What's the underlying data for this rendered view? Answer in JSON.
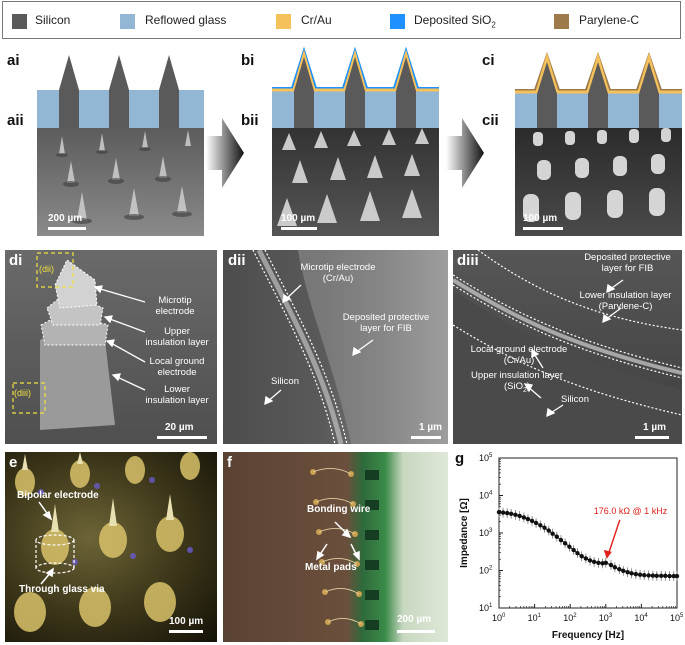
{
  "legend": {
    "items": [
      {
        "label": "Silicon",
        "color": "#5a5a5a"
      },
      {
        "label": "Reflowed glass",
        "color": "#92b6d4"
      },
      {
        "label": "Cr/Au",
        "color": "#f5c15a"
      },
      {
        "label": "Deposited SiO",
        "sub": "2",
        "color": "#1e90ff"
      },
      {
        "label": "Parylene-C",
        "color": "#9c7a4a"
      }
    ]
  },
  "panels": {
    "ai": "ai",
    "aii": "aii",
    "bi": "bi",
    "bii": "bii",
    "ci": "ci",
    "cii": "cii",
    "di": "di",
    "dii": "dii",
    "diii": "diii",
    "e": "e",
    "f": "f",
    "g": "g"
  },
  "scalebars": {
    "aii": "200 µm",
    "bii": "100 µm",
    "cii": "100 µm",
    "di": "20 µm",
    "dii": "1 µm",
    "diii": "1 µm",
    "e": "100 µm",
    "f": "200 µm"
  },
  "annotations": {
    "di": {
      "inset_dii": "(dii)",
      "inset_diii": "(diii)",
      "microtip": "Microtip\nelectrode",
      "upper": "Upper\ninsulation layer",
      "ground": "Local ground\nelectrode",
      "lower": "Lower\ninsulation layer"
    },
    "dii": {
      "microtip": "Microtip electrode\n(Cr/Au)",
      "protective": "Deposited protective\nlayer for FIB",
      "silicon": "Silicon"
    },
    "diii": {
      "protective": "Deposited protective\nlayer for FIB",
      "lower": "Lower insulation layer\n(Parylene-C)",
      "ground": "Local ground electrode\n(Cr/Au)",
      "upper": "Upper insulation layer\n(SiO",
      "upper_sub": "2",
      "upper_end": ")",
      "silicon": "Silicon"
    },
    "e": {
      "bipolar": "Bipolar electrode",
      "via": "Through glass via"
    },
    "f": {
      "bonding": "Bonding wire",
      "pads": "Metal pads"
    }
  },
  "chart_data": {
    "type": "line",
    "title": "",
    "xlabel": "Frequency [Hz]",
    "ylabel": "Impedance [Ω]",
    "xscale": "log",
    "yscale": "log",
    "xlim": [
      1,
      100000
    ],
    "ylim": [
      10,
      100000
    ],
    "x_ticks": [
      "10^0",
      "10^1",
      "10^2",
      "10^3",
      "10^4",
      "10^5"
    ],
    "y_ticks": [
      "10^1",
      "10^2",
      "10^3",
      "10^4",
      "10^5"
    ],
    "annotation": "176.0 kΩ @ 1 kHz",
    "annotation_color": "#e0201b",
    "series": [
      {
        "x": [
          1,
          1.3,
          1.7,
          2.2,
          2.9,
          3.8,
          5,
          6.5,
          8.5,
          11,
          14.5,
          19,
          25,
          32,
          42,
          55,
          72,
          95,
          125,
          160,
          210,
          275,
          360,
          470,
          620,
          810,
          1000,
          1400,
          1800,
          2400,
          3100,
          4100,
          5300,
          7000,
          9200,
          12000,
          16000,
          21000,
          27000,
          36000,
          47000,
          62000,
          81000,
          100000
        ],
        "y": [
          3600,
          3500,
          3400,
          3250,
          3050,
          2850,
          2600,
          2350,
          2100,
          1850,
          1600,
          1380,
          1160,
          960,
          800,
          650,
          530,
          430,
          350,
          290,
          240,
          210,
          185,
          170,
          160,
          155,
          160,
          140,
          122,
          108,
          98,
          90,
          84,
          80,
          77,
          75,
          74,
          73,
          72,
          72,
          72,
          71,
          71,
          71
        ]
      }
    ]
  }
}
